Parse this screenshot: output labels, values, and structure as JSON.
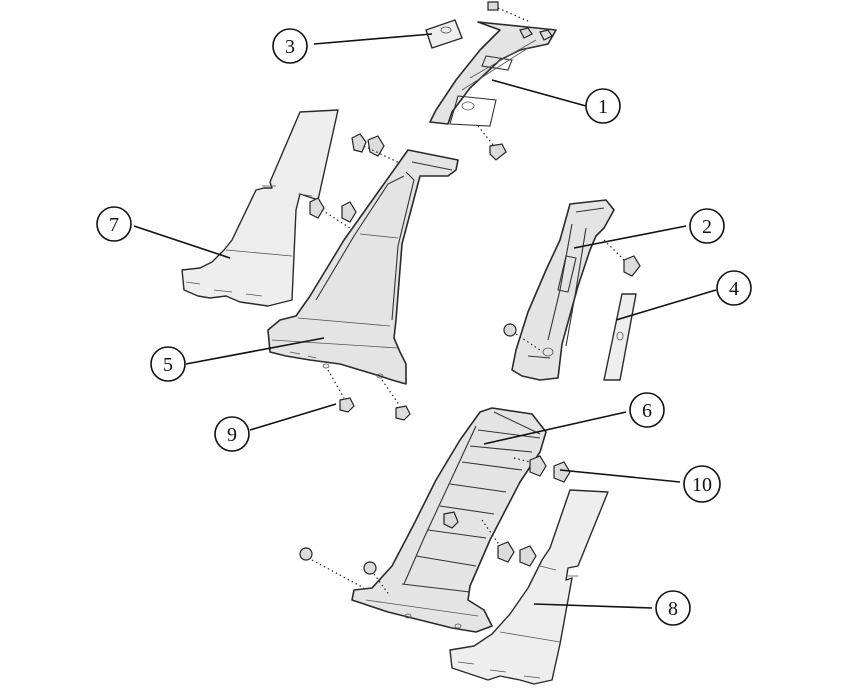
{
  "callouts": [
    {
      "id": "c1",
      "label": "1"
    },
    {
      "id": "c2",
      "label": "2"
    },
    {
      "id": "c3",
      "label": "3"
    },
    {
      "id": "c4",
      "label": "4"
    },
    {
      "id": "c5",
      "label": "5"
    },
    {
      "id": "c6",
      "label": "6"
    },
    {
      "id": "c7",
      "label": "7"
    },
    {
      "id": "c8",
      "label": "8"
    },
    {
      "id": "c9",
      "label": "9"
    },
    {
      "id": "c10",
      "label": "10"
    }
  ],
  "colors": {
    "line": "#2a2a2a",
    "fill": "#e4e4e4",
    "background": "#ffffff"
  }
}
